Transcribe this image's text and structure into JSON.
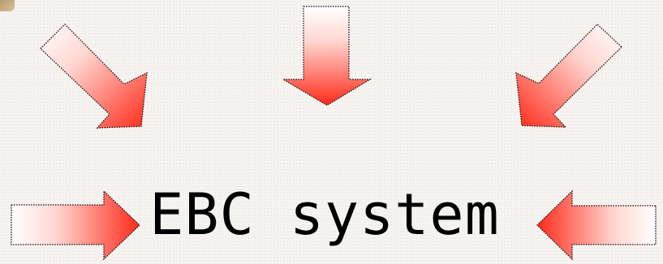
{
  "diagram": {
    "title": "EBC system",
    "arrow_fill_start": "#ffffff",
    "arrow_fill_end": "#ff2a1a",
    "arrow_stroke": "#2a1010",
    "arrows": [
      {
        "id": "arrow-top-left",
        "direction": "down-right"
      },
      {
        "id": "arrow-top-center",
        "direction": "down"
      },
      {
        "id": "arrow-top-right",
        "direction": "down-left"
      },
      {
        "id": "arrow-bottom-left",
        "direction": "right"
      },
      {
        "id": "arrow-bottom-right",
        "direction": "left"
      }
    ]
  }
}
